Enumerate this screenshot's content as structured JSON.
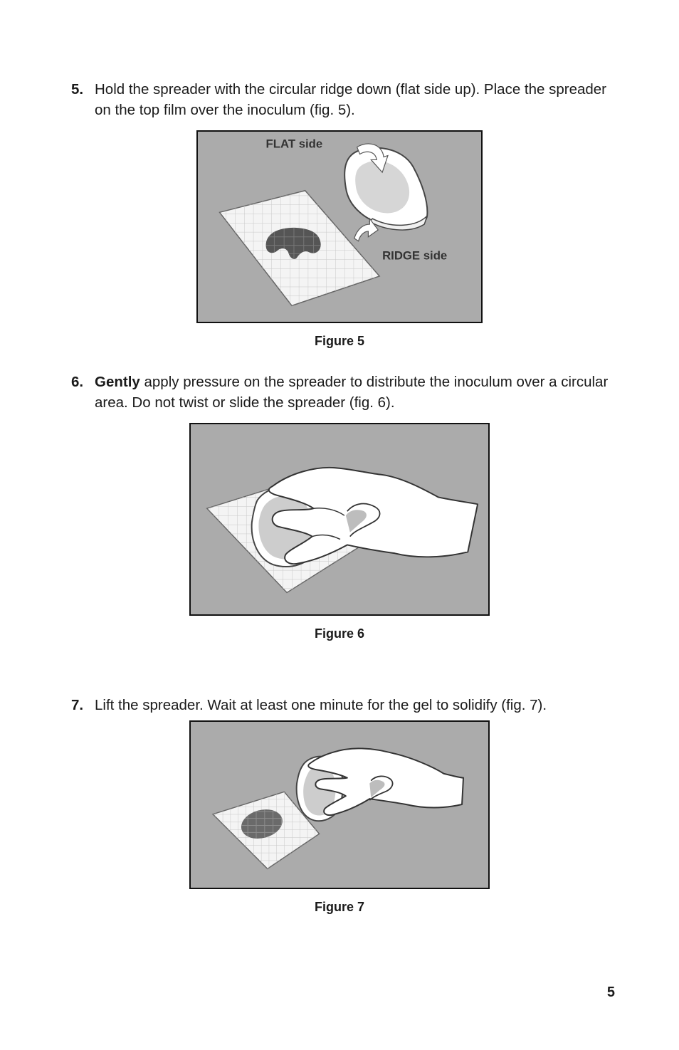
{
  "steps": [
    {
      "num": "5.",
      "text": "Hold the spreader with the circular ridge down (flat side up). Place the spreader on the top film over the inoculum (fig. 5)."
    },
    {
      "num": "6.",
      "bold": "Gently",
      "text": " apply pressure on the spreader to distribute the inoculum over a circular area. Do not twist or slide the spreader (fig. 6)."
    },
    {
      "num": "7.",
      "text": "Lift the spreader. Wait at least one minute for the gel to solidify (fig. 7)."
    }
  ],
  "figures": [
    {
      "caption": "Figure 5",
      "labels": {
        "flat": "FLAT side",
        "ridge": "RIDGE side"
      }
    },
    {
      "caption": "Figure 6"
    },
    {
      "caption": "Figure 7"
    }
  ],
  "page_number": "5"
}
